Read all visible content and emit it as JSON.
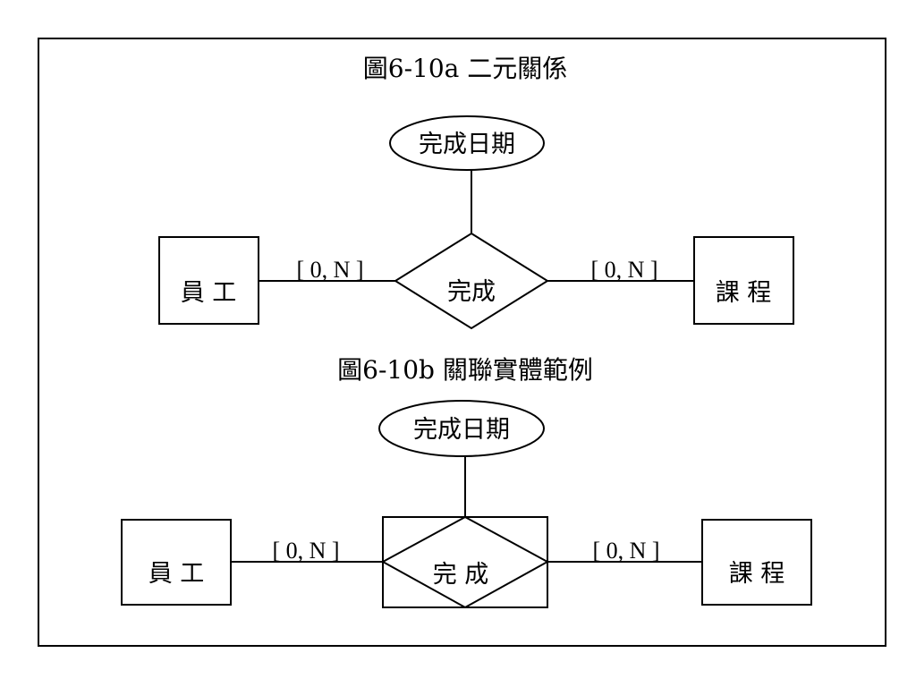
{
  "diagram_a": {
    "caption": "圖6-10a 二元關係",
    "attribute": "完成日期",
    "relationship": "完成",
    "left_entity": "員 工",
    "right_entity": "課 程",
    "left_cardinality": "[ 0, N ]",
    "right_cardinality": "[ 0, N ]"
  },
  "diagram_b": {
    "caption": "圖6-10b 關聯實體範例",
    "attribute": "完成日期",
    "relationship": "完 成",
    "left_entity": "員 工",
    "right_entity": "課 程",
    "left_cardinality": "[ 0, N ]",
    "right_cardinality": "[ 0, N ]"
  },
  "colors": {
    "stroke": "#000000",
    "background": "#ffffff"
  }
}
